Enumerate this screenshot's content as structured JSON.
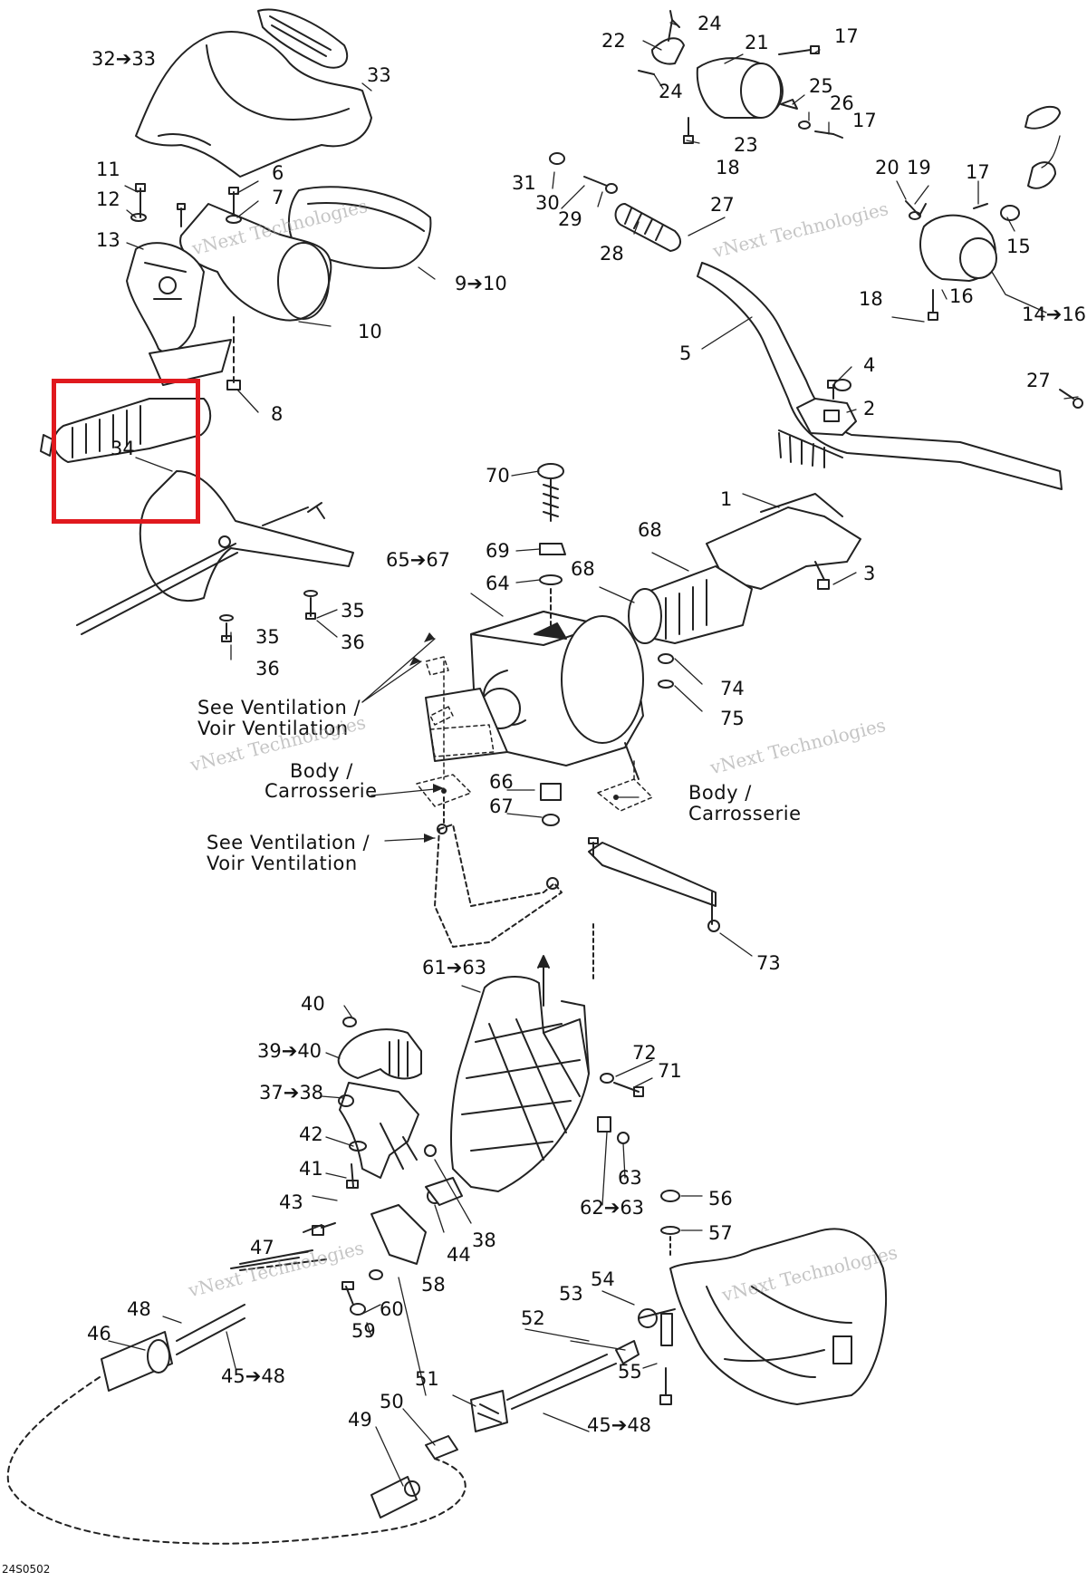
{
  "labels": {
    "p32_33": "32➔33",
    "p33": "33",
    "p6": "6",
    "p7": "7",
    "p11": "11",
    "p12": "12",
    "p13": "13",
    "p9_10": "9➔10",
    "p10": "10",
    "p8": "8",
    "p34": "34",
    "p35a": "35",
    "p36a": "36",
    "p35b": "35",
    "p36b": "36",
    "p24a": "24",
    "p22": "22",
    "p21": "21",
    "p17a": "17",
    "p24b": "24",
    "p25": "25",
    "p26": "26",
    "p17b": "17",
    "p23": "23",
    "p18a": "18",
    "p31": "31",
    "p30": "30",
    "p29": "29",
    "p28": "28",
    "p27a": "27",
    "p20": "20",
    "p19": "19",
    "p17c": "17",
    "p15": "15",
    "p16": "16",
    "p18b": "18",
    "p14_16": "14➔16",
    "p5": "5",
    "p4": "4",
    "p2": "2",
    "p27b": "27",
    "p1": "1",
    "p3": "3",
    "p70": "70",
    "p69": "69",
    "p64": "64",
    "p65_67": "65➔67",
    "p68a": "68",
    "p68b": "68",
    "p74": "74",
    "p75": "75",
    "p66": "66",
    "p67": "67",
    "p73": "73",
    "p61_63": "61➔63",
    "p40": "40",
    "p39_40": "39➔40",
    "p37_38": "37➔38",
    "p42": "42",
    "p41": "41",
    "p43": "43",
    "p44": "44",
    "p38": "38",
    "p72": "72",
    "p71": "71",
    "p63": "63",
    "p62_63": "62➔63",
    "p56": "56",
    "p57": "57",
    "p54": "54",
    "p53": "53",
    "p52": "52",
    "p55": "55",
    "p47": "47",
    "p48": "48",
    "p46": "46",
    "p45_48a": "45➔48",
    "p59": "59",
    "p60": "60",
    "p58": "58",
    "p51": "51",
    "p50": "50",
    "p49": "49",
    "p45_48b": "45➔48"
  },
  "notes": {
    "see_vent_1": "See Ventilation /",
    "voir_vent_1": "Voir Ventilation",
    "body_1": "Body /",
    "carrosserie_1": "Carrosserie",
    "see_vent_2": "See Ventilation /",
    "voir_vent_2": "Voir Ventilation",
    "body_2": "Body /",
    "carrosserie_2": "Carrosserie"
  },
  "watermark": {
    "line1": "vNext Technologies",
    "line2": "vNext Technologies"
  },
  "drawing_code": "24S0502",
  "highlight": {
    "part": "34",
    "color": "#e0191e"
  }
}
